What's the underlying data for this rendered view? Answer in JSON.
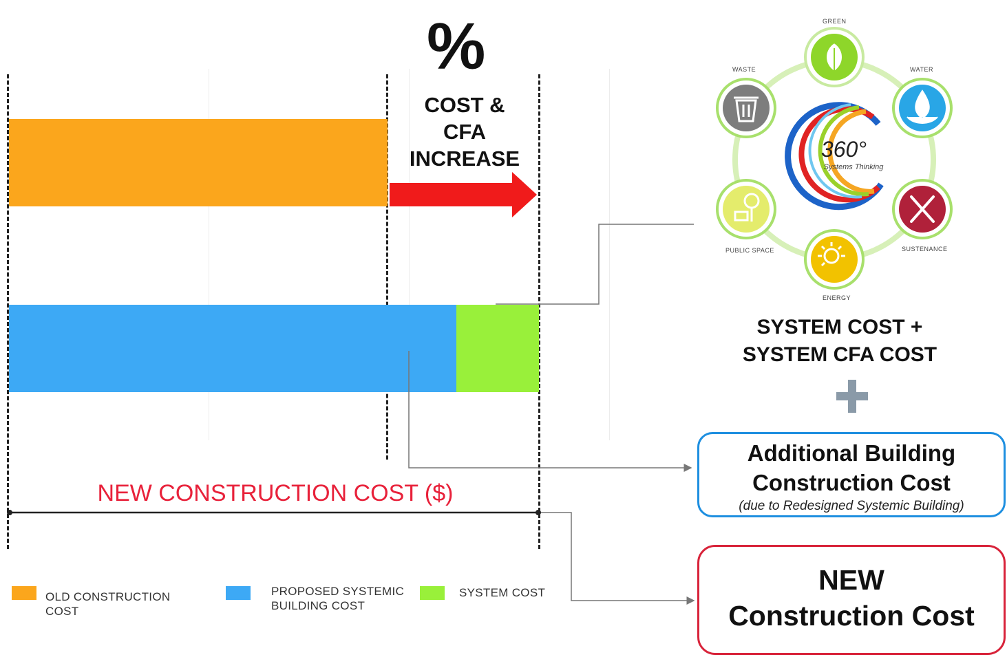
{
  "colors": {
    "old_construction": "#fba61c",
    "proposed_building": "#3da9f5",
    "system": "#99f03a",
    "arrow": "#f01b1b",
    "label_red": "#e8213a",
    "box_blue": "#1e8fe0",
    "box_red": "#d8233a",
    "plus_gray": "#8a9aa8"
  },
  "increase": {
    "symbol": "%",
    "lines": [
      "COST &",
      "CFA",
      "INCREASE"
    ]
  },
  "bars": {
    "old_construction_cost": 550,
    "proposed_systemic_building_cost": 650,
    "system_cost": 120
  },
  "axis_label": "NEW CONSTRUCTION COST ($)",
  "legend": [
    {
      "label_lines": [
        "OLD CONSTRUCTION",
        "COST"
      ],
      "color": "#fba61c"
    },
    {
      "label_lines": [
        "PROPOSED SYSTEMIC",
        "BUILDING COST"
      ],
      "color": "#3da9f5"
    },
    {
      "label_lines": [
        "SYSTEM COST"
      ],
      "color": "#99f03a"
    }
  ],
  "wheel": {
    "center_main": "360°",
    "center_sub": "Systems Thinking",
    "nodes": [
      {
        "label": "GREEN",
        "icon": "leaf-icon",
        "color": "#8ed62a"
      },
      {
        "label": "WATER",
        "icon": "water-drop-icon",
        "color": "#29a6e6"
      },
      {
        "label": "SUSTENANCE",
        "icon": "fork-knife-icon",
        "color": "#b0213a"
      },
      {
        "label": "ENERGY",
        "icon": "sun-icon",
        "color": "#f2c200"
      },
      {
        "label": "PUBLIC SPACE",
        "icon": "tree-bench-icon",
        "color": "#c9d83a"
      },
      {
        "label": "WASTE",
        "icon": "trash-can-icon",
        "color": "#7d7d7d"
      }
    ]
  },
  "system_cost_title": [
    "SYSTEM COST +",
    "SYSTEM CFA COST"
  ],
  "additional_box": {
    "title_lines": [
      "Additional Building",
      "Construction Cost"
    ],
    "note": "(due to Redesigned Systemic Building)"
  },
  "new_box": {
    "title_lines": [
      "NEW",
      "Construction Cost"
    ]
  }
}
